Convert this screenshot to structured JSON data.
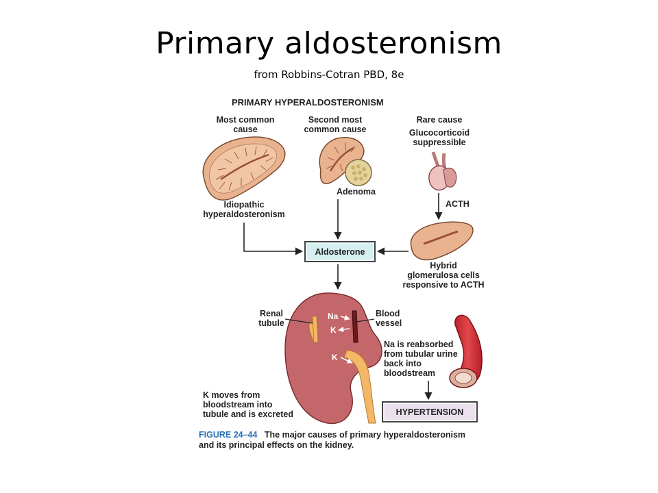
{
  "slide": {
    "title": "Primary aldosteronism",
    "subtitle": "from Robbins-Cotran PBD, 8e"
  },
  "figure": {
    "heading": "PRIMARY HYPERALDOSTERONISM",
    "causes": {
      "most_common": [
        "Most common",
        "cause"
      ],
      "second_most": [
        "Second most",
        "common cause"
      ],
      "rare": [
        "Rare cause",
        "Glucocorticoid",
        "suppressible"
      ]
    },
    "labels": {
      "idiopathic": [
        "Idiopathic",
        "hyperaldosteronism"
      ],
      "adenoma": "Adenoma",
      "acth": "ACTH",
      "hybrid": [
        "Hybrid",
        "glomerulosa cells",
        "responsive to ACTH"
      ],
      "renal_tubule": [
        "Renal",
        "tubule"
      ],
      "blood_vessel": [
        "Blood",
        "vessel"
      ],
      "na_reabsorbed": [
        "Na is reabsorbed",
        "from tubular urine",
        "back into",
        "bloodstream"
      ],
      "k_moves": [
        "K moves from",
        "bloodstream into",
        "tubule and is excreted"
      ]
    },
    "kidney_ions": {
      "na": "Na",
      "k_upper": "K",
      "k_lower": "K"
    },
    "boxes": {
      "aldosterone": "Aldosterone",
      "hypertension": "HYPERTENSION"
    },
    "caption": {
      "number": "FIGURE 24–44",
      "line1": "The major causes of primary hyperaldosteronism",
      "line2": "and its principal effects on the kidney."
    },
    "colors": {
      "adrenal_fill": "#e9b38f",
      "kidney_fill": "#c4676a",
      "vessel_red": "#d43a3e",
      "tubule": "#f4b766",
      "aldosterone_box": "#d5eff1",
      "hypertension_box": "#ebe1ee",
      "figure_number": "#2c6fb8"
    }
  }
}
